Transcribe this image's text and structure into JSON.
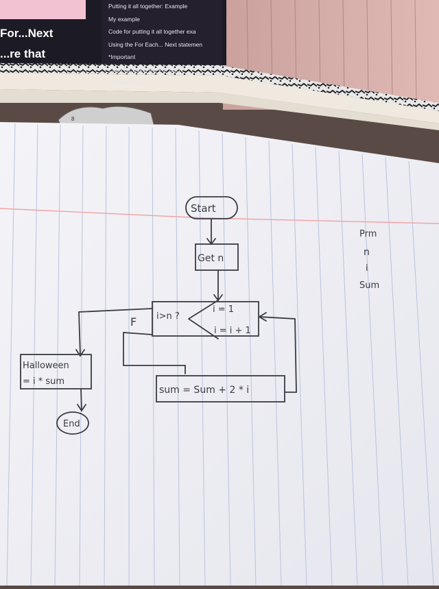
{
  "laptop": {
    "heading": [
      "For...Next",
      "...re that"
    ],
    "menu_items": [
      "Putting it all together: Example",
      "My example",
      "Code for putting it all together exa",
      "Using the For Each... Next statemen",
      "*Important",
      "Code for Using the For Each",
      "...Searching thr"
    ]
  },
  "notebook": {
    "start": "Start",
    "get": "Get n",
    "condition": "i>n ?",
    "init": "i = 1",
    "increment": "i = i + 1",
    "false_label": "F",
    "output": [
      "Halloween",
      "= i * sum"
    ],
    "update": "sum = Sum + 2 * i",
    "end": "End",
    "variables": [
      "Prm",
      "n",
      "i",
      "Sum"
    ]
  },
  "colors": {
    "paper": "#f1f1f6",
    "rule_line": "#b9c3dd",
    "margin_line": "#f2a0a2",
    "ink": "#3a3a42",
    "laptop_bg": "#1c1a24",
    "wall": "#d9b1ae"
  }
}
